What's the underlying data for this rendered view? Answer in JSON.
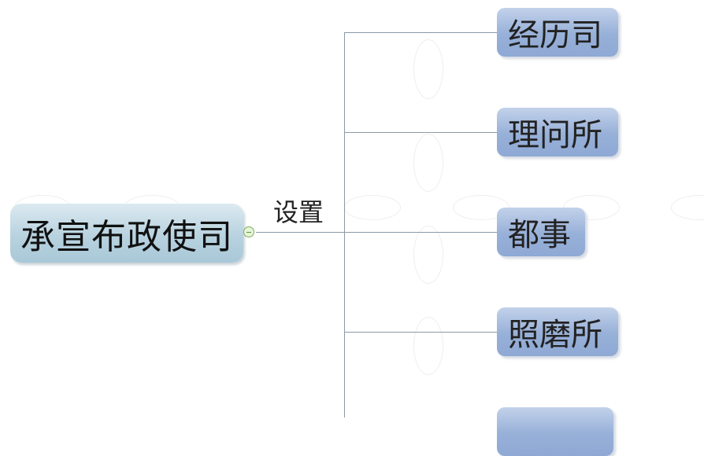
{
  "root": {
    "label": "承宣布政使司"
  },
  "branch_label": "设置",
  "children": [
    {
      "label": "经历司"
    },
    {
      "label": "理问所"
    },
    {
      "label": "都事"
    },
    {
      "label": "照磨所"
    }
  ],
  "colors": {
    "root": "#b8d2df",
    "child": "#97b0d8",
    "connector": "#8a9aa6",
    "toggle": "#7fae5c"
  }
}
